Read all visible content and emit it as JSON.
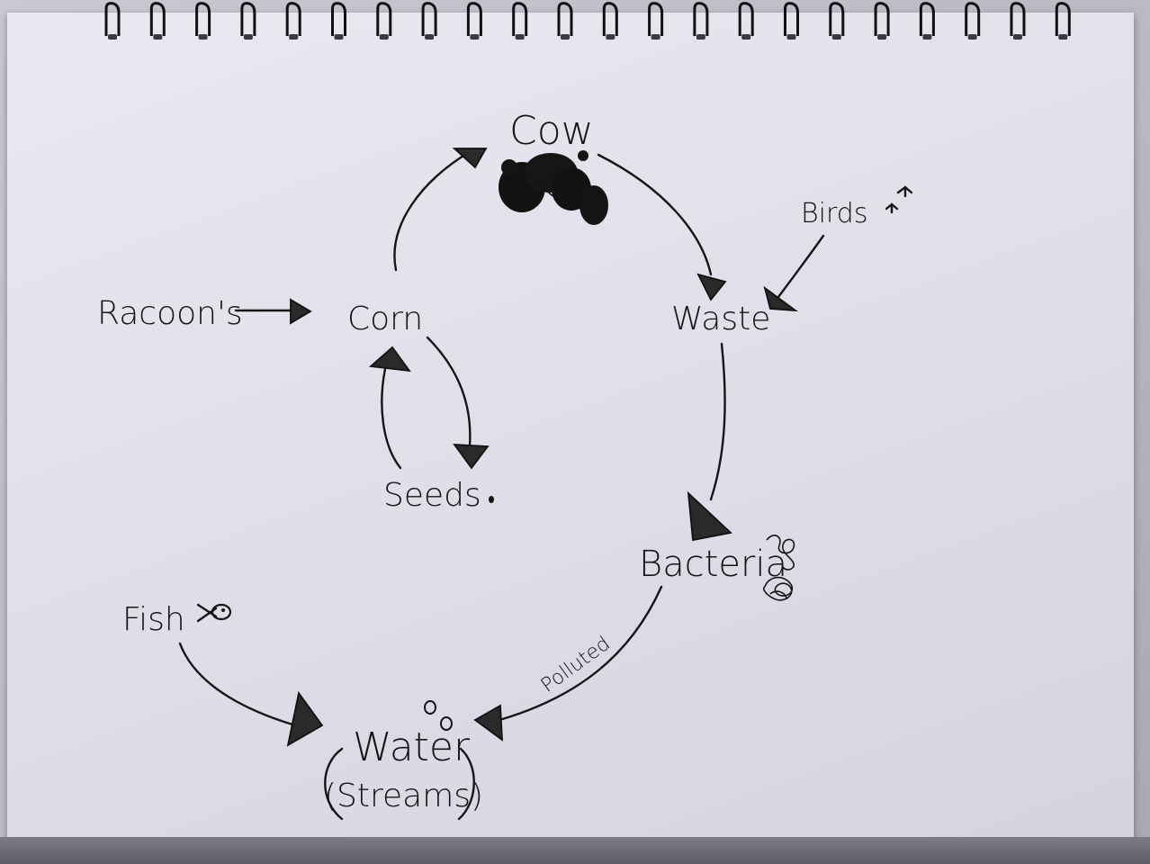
{
  "nodes": {
    "cow": "Cow",
    "birds": "Birds",
    "racoons": "Racoon's",
    "corn": "Corn",
    "waste": "Waste",
    "seeds": "Seeds",
    "bacteria": "Bacteria",
    "fish": "Fish",
    "water": "Water",
    "streams": "(Streams)"
  },
  "edges": {
    "polluted": "Polluted"
  },
  "colors": {
    "ink": "#151515",
    "paper": "#e4e4ec"
  }
}
